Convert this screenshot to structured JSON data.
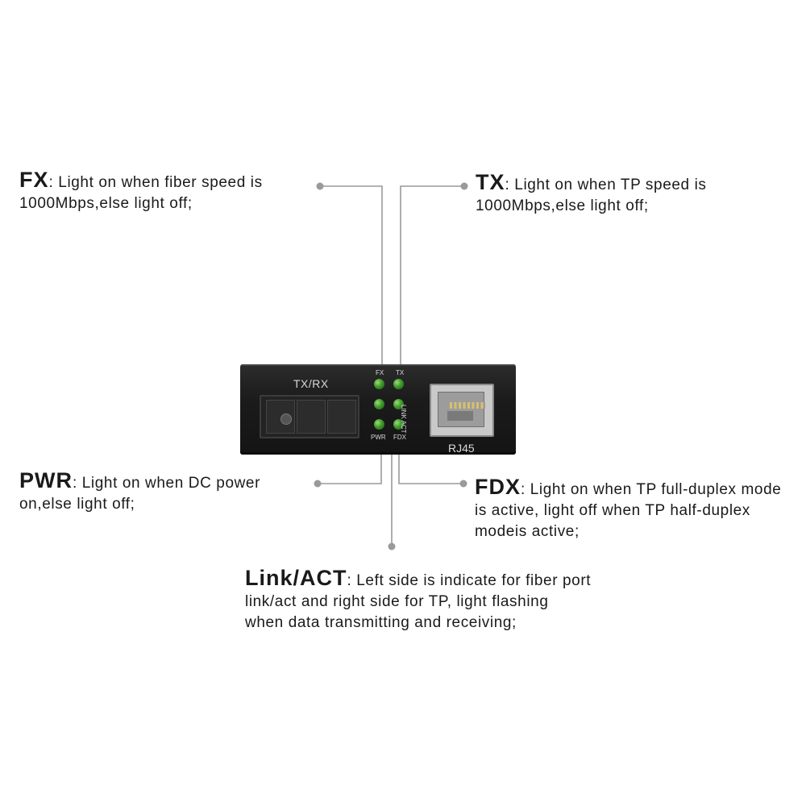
{
  "callouts": {
    "fx": {
      "key": "FX",
      "text": ": Light on when fiber speed is 1000Mbps,else light off;"
    },
    "tx": {
      "key": "TX",
      "text": ": Light on when TP speed is 1000Mbps,else light off;"
    },
    "pwr": {
      "key": "PWR",
      "text": ": Light on when DC power on,else light off;"
    },
    "fdx": {
      "key": "FDX",
      "text": ": Light on when TP full-duplex mode is active, light off when TP half-duplex modeis active;"
    },
    "link": {
      "key": "Link/ACT",
      "text": ": Left side is indicate for fiber port link/act and right side for TP, light flashing when data transmitting and receiving;"
    }
  },
  "device": {
    "port_label": "TX/RX",
    "rj45_label": "RJ45",
    "led_labels": {
      "fx": "FX",
      "tx": "TX",
      "pwr": "PWR",
      "fdx": "FDX",
      "link_act": "LINK ACT"
    },
    "led_color": "#3f9a2a",
    "body_color": "#1b1b1b"
  },
  "colors": {
    "connector": "#9a9a9a",
    "text": "#1a1a1a",
    "background": "#ffffff"
  }
}
